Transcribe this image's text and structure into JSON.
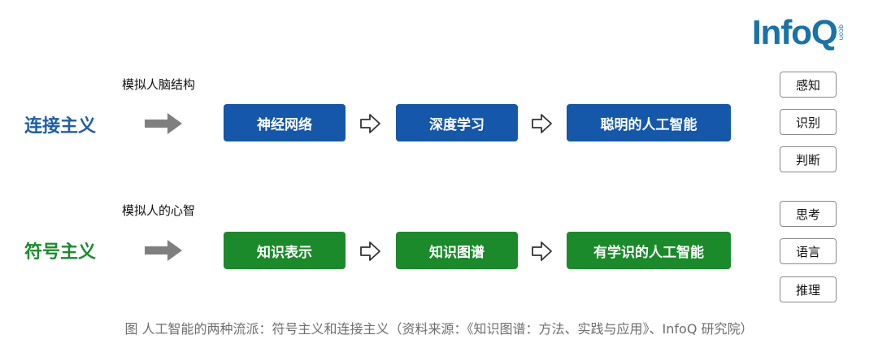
{
  "logo": {
    "text": "InfoQ",
    "sub": "qcon"
  },
  "connectionism": {
    "subtitle": "模拟人脑结构",
    "title": "连接主义",
    "steps": [
      "神经网络",
      "深度学习",
      "聪明的人工智能"
    ]
  },
  "symbolism": {
    "subtitle": "模拟人的心智",
    "title": "符号主义",
    "steps": [
      "知识表示",
      "知识图谱",
      "有学识的人工智能"
    ]
  },
  "abilities_top": [
    "感知",
    "识别",
    "判断"
  ],
  "abilities_bottom": [
    "思考",
    "语言",
    "推理"
  ],
  "caption": "图 人工智能的两种流派：符号主义和连接主义（资料来源：《知识图谱：方法、实践与应用》、InfoQ 研究院）",
  "colors": {
    "blue": "#1557a8",
    "green": "#1b8a2a",
    "logo_blue": "#1a73a8",
    "logo_green": "#2e8b3e"
  }
}
